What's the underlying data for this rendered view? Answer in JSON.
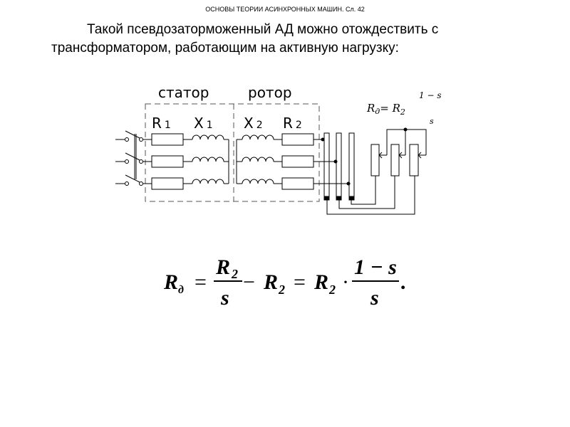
{
  "header": "ОСНОВЫ ТЕОРИИ АСИНХРОННЫХ МАШИН. Сл. 42",
  "text": {
    "line1": "Такой псевдозаторможенный АД можно отождествить с",
    "line2": "трансформатором, работающим на активную нагрузку:"
  },
  "diagram": {
    "stator": "статор",
    "rotor": "ротор",
    "r1": "R",
    "r1_sub": "1",
    "x1": "X",
    "x1_sub": "1",
    "x2": "X",
    "x2_sub": "2",
    "r2": "R",
    "r2_sub": "2",
    "small_formula": {
      "lhs": "R",
      "lhs_sub": "д",
      "eq": "= R",
      "r_sub": "2",
      "num": "1 − s",
      "den": "s"
    }
  },
  "formula": {
    "r": "R",
    "d": "д",
    "eq1": "=",
    "num1": "R",
    "num1_sub": "2",
    "den1": "s",
    "minus": "−",
    "r2": "R",
    "r2_sub": "2",
    "eq2": "=",
    "r3": "R",
    "r3_sub": "2",
    "dot": "·",
    "num2": "1 − s",
    "den2": "s",
    "period": "."
  }
}
